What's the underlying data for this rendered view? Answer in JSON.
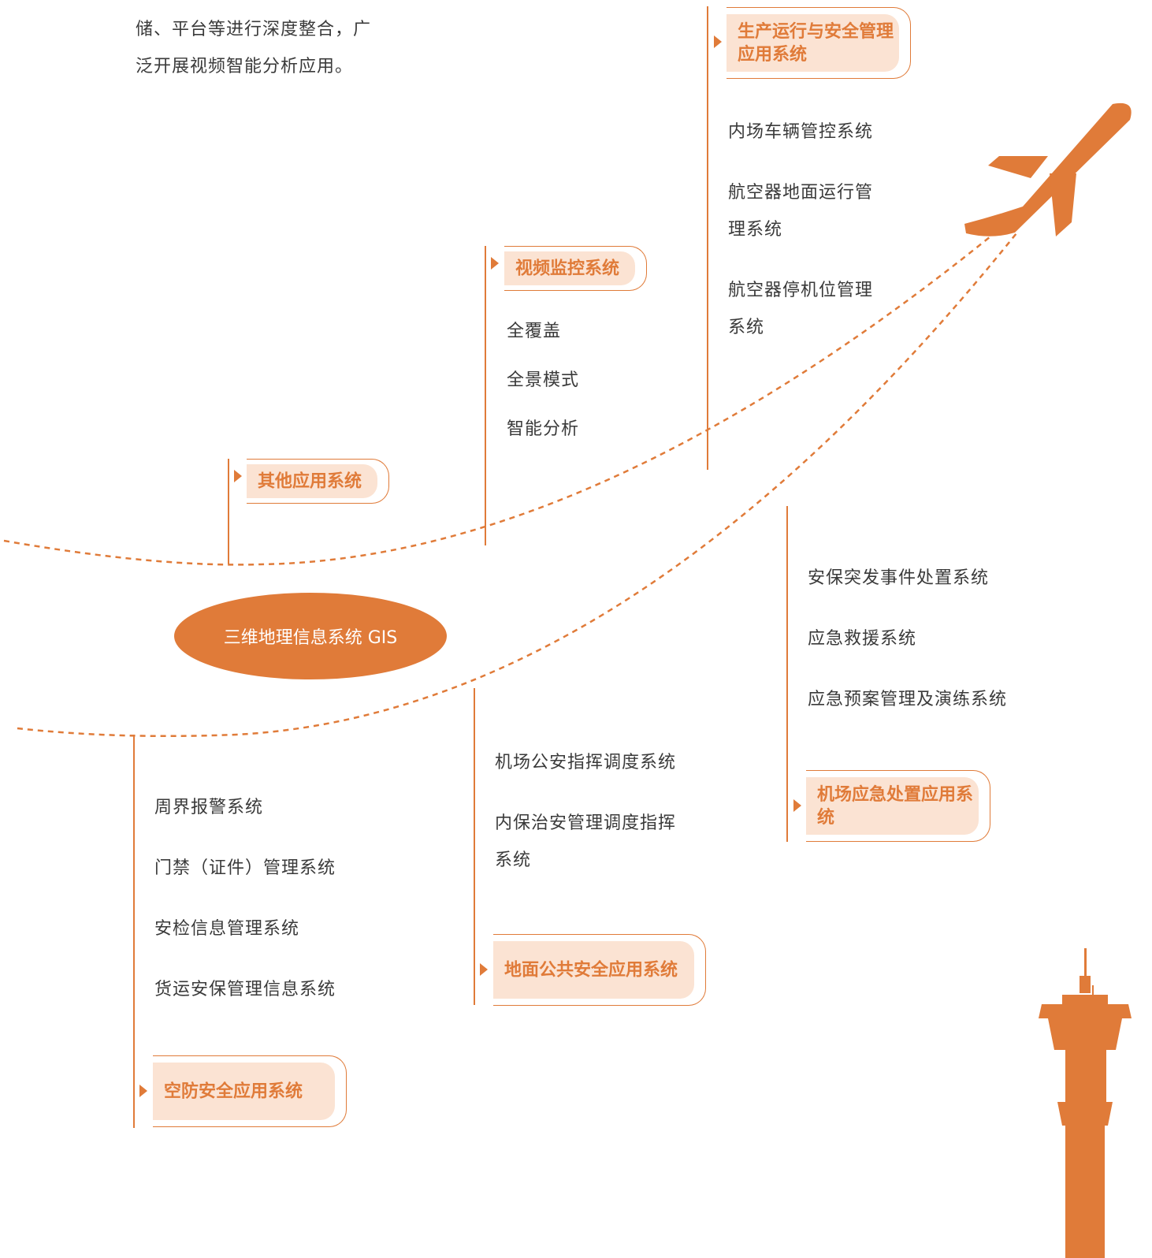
{
  "intro": {
    "line1": "储、平台等进行深度整合，广",
    "line2": "泛开展视频智能分析应用。"
  },
  "hub": {
    "label": "三维地理信息系统 GIS"
  },
  "colors": {
    "accent": "#e07b39",
    "tag_fill": "#fbe3d3",
    "text": "#3a3a3a"
  },
  "icons": [
    "airplane-icon",
    "control-tower-icon",
    "arrow-marker-icon"
  ],
  "groups": [
    {
      "id": "production",
      "title": "生产运行与安全管理应用系统",
      "items": [
        "内场车辆管控系统",
        "航空器地面运行管理系统",
        "航空器停机位管理系统"
      ]
    },
    {
      "id": "video",
      "title": "视频监控系统",
      "items": [
        "全覆盖",
        "全景模式",
        "智能分析"
      ]
    },
    {
      "id": "other",
      "title": "其他应用系统",
      "items": []
    },
    {
      "id": "emergency",
      "title": "机场应急处置应用系统",
      "items": [
        "安保突发事件处置系统",
        "应急救援系统",
        "应急预案管理及演练系统"
      ]
    },
    {
      "id": "ground",
      "title": "地面公共安全应用系统",
      "items": [
        "机场公安指挥调度系统",
        "内保治安管理调度指挥系统"
      ]
    },
    {
      "id": "airdef",
      "title": "空防安全应用系统",
      "items": [
        "周界报警系统",
        "门禁（证件）管理系统",
        "安检信息管理系统",
        "货运安保管理信息系统"
      ]
    }
  ]
}
